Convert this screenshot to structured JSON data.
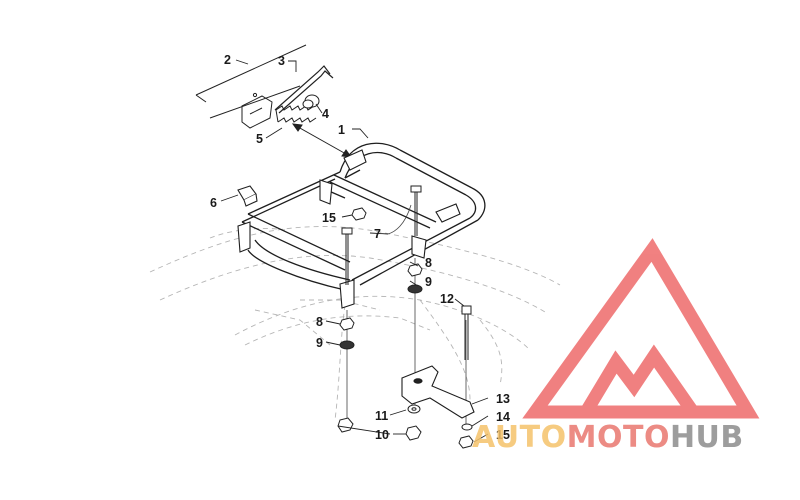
{
  "callouts": {
    "c1": "1",
    "c2": "2",
    "c3": "3",
    "c4": "4",
    "c5": "5",
    "c6": "6",
    "c7": "7",
    "c8a": "8",
    "c9a": "9",
    "c8b": "8",
    "c9b": "9",
    "c10": "10",
    "c11": "11",
    "c12": "12",
    "c13": "13",
    "c14": "14",
    "c15a": "15",
    "c15b": "15"
  },
  "watermark": {
    "part1": "AUTO",
    "part2": "MOTO",
    "part3": "HUB",
    "colors": {
      "auto": "#f5c26b",
      "moto": "#e9776f",
      "hub": "#8c8c8c",
      "logo": "#ee6b6b"
    }
  }
}
